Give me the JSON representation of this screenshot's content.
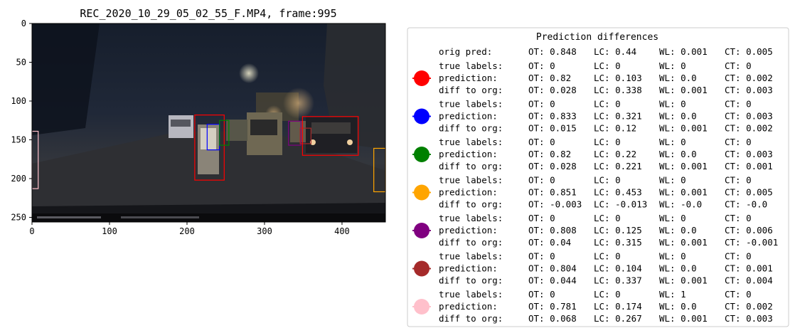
{
  "chart_data": {
    "type": "image",
    "title": "REC_2020_10_29_05_02_55_F.MP4, frame:995",
    "image_extent": {
      "x": [
        0,
        456
      ],
      "y": [
        0,
        256
      ]
    },
    "x_ticks": [
      0,
      100,
      200,
      300,
      400
    ],
    "y_ticks": [
      0,
      50,
      100,
      150,
      200,
      250
    ],
    "boxes": [
      {
        "color": "#ff0000",
        "x0": 210,
        "y0": 118,
        "x1": 248,
        "y1": 202
      },
      {
        "color": "#0000ff",
        "x0": 226,
        "y0": 130,
        "x1": 242,
        "y1": 163
      },
      {
        "color": "#008000",
        "x0": 242,
        "y0": 125,
        "x1": 254,
        "y1": 157
      },
      {
        "color": "#ffa500",
        "x0": 441,
        "y0": 161,
        "x1": 456,
        "y1": 217
      },
      {
        "color": "#800080",
        "x0": 331,
        "y0": 126,
        "x1": 347,
        "y1": 157
      },
      {
        "color": "#a52a2a",
        "x0": 346,
        "y0": 135,
        "x1": 360,
        "y1": 155
      },
      {
        "color": "#ff0000",
        "x0": 349,
        "y0": 120,
        "x1": 421,
        "y1": 170
      },
      {
        "color": "#ffc0cb",
        "x0": 0,
        "y0": 139,
        "x1": 8,
        "y1": 213
      }
    ]
  },
  "legend": {
    "title": "Prediction differences",
    "orig": {
      "label": "orig pred:",
      "ot": "OT: 0.848",
      "lc": "LC: 0.44",
      "wl": "WL: 0.001",
      "ct": "CT: 0.005"
    },
    "row_labels": [
      "true labels:",
      "prediction:",
      "diff to org:"
    ],
    "entries": [
      {
        "color": "#ff0000",
        "rows": [
          [
            "OT: 0",
            "LC: 0",
            "WL: 0",
            "CT: 0"
          ],
          [
            "OT: 0.82",
            "LC: 0.103",
            "WL: 0.0",
            "CT: 0.002"
          ],
          [
            "OT: 0.028",
            "LC: 0.338",
            "WL: 0.001",
            "CT: 0.003"
          ]
        ]
      },
      {
        "color": "#0000ff",
        "rows": [
          [
            "OT: 0",
            "LC: 0",
            "WL: 0",
            "CT: 0"
          ],
          [
            "OT: 0.833",
            "LC: 0.321",
            "WL: 0.0",
            "CT: 0.003"
          ],
          [
            "OT: 0.015",
            "LC: 0.12",
            "WL: 0.001",
            "CT: 0.002"
          ]
        ]
      },
      {
        "color": "#008000",
        "rows": [
          [
            "OT: 0",
            "LC: 0",
            "WL: 0",
            "CT: 0"
          ],
          [
            "OT: 0.82",
            "LC: 0.22",
            "WL: 0.0",
            "CT: 0.003"
          ],
          [
            "OT: 0.028",
            "LC: 0.221",
            "WL: 0.001",
            "CT: 0.001"
          ]
        ]
      },
      {
        "color": "#ffa500",
        "rows": [
          [
            "OT: 0",
            "LC: 0",
            "WL: 0",
            "CT: 0"
          ],
          [
            "OT: 0.851",
            "LC: 0.453",
            "WL: 0.001",
            "CT: 0.005"
          ],
          [
            "OT: -0.003",
            "LC: -0.013",
            "WL: -0.0",
            "CT: -0.0"
          ]
        ]
      },
      {
        "color": "#800080",
        "rows": [
          [
            "OT: 0",
            "LC: 0",
            "WL: 0",
            "CT: 0"
          ],
          [
            "OT: 0.808",
            "LC: 0.125",
            "WL: 0.0",
            "CT: 0.006"
          ],
          [
            "OT: 0.04",
            "LC: 0.315",
            "WL: 0.001",
            "CT: -0.001"
          ]
        ]
      },
      {
        "color": "#a52a2a",
        "rows": [
          [
            "OT: 0",
            "LC: 0",
            "WL: 0",
            "CT: 0"
          ],
          [
            "OT: 0.804",
            "LC: 0.104",
            "WL: 0.0",
            "CT: 0.001"
          ],
          [
            "OT: 0.044",
            "LC: 0.337",
            "WL: 0.001",
            "CT: 0.004"
          ]
        ]
      },
      {
        "color": "#ffc0cb",
        "rows": [
          [
            "OT: 0",
            "LC: 0",
            "WL: 1",
            "CT: 0"
          ],
          [
            "OT: 0.781",
            "LC: 0.174",
            "WL: 0.0",
            "CT: 0.002"
          ],
          [
            "OT: 0.068",
            "LC: 0.267",
            "WL: 0.001",
            "CT: 0.003"
          ]
        ]
      }
    ]
  }
}
